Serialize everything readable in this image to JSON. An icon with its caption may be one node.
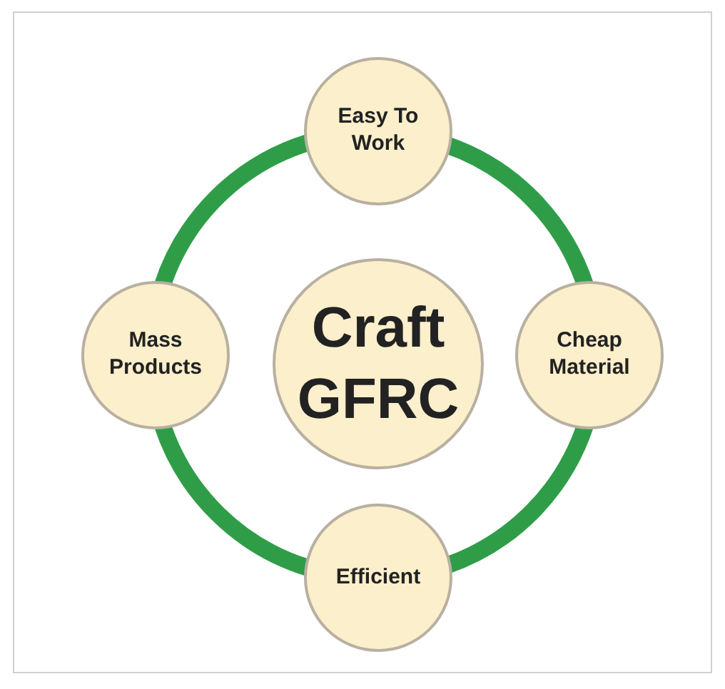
{
  "diagram": {
    "nodes": [
      {
        "text": [
          "Craft GFRC"
        ]
      },
      {
        "text": [
          "Easy To Work"
        ]
      },
      {
        "text": [
          "Cheap Material"
        ]
      },
      {
        "text": [
          "Efficient"
        ]
      },
      {
        "text": [
          "Mass Products"
        ]
      }
    ],
    "edges": [
      {
        "from": 1,
        "to": 2,
        "arrow": "none"
      },
      {
        "from": 2,
        "to": 3,
        "arrow": "none"
      },
      {
        "from": 3,
        "to": 4,
        "arrow": "none"
      },
      {
        "from": 4,
        "to": 1,
        "arrow": "none"
      }
    ]
  }
}
